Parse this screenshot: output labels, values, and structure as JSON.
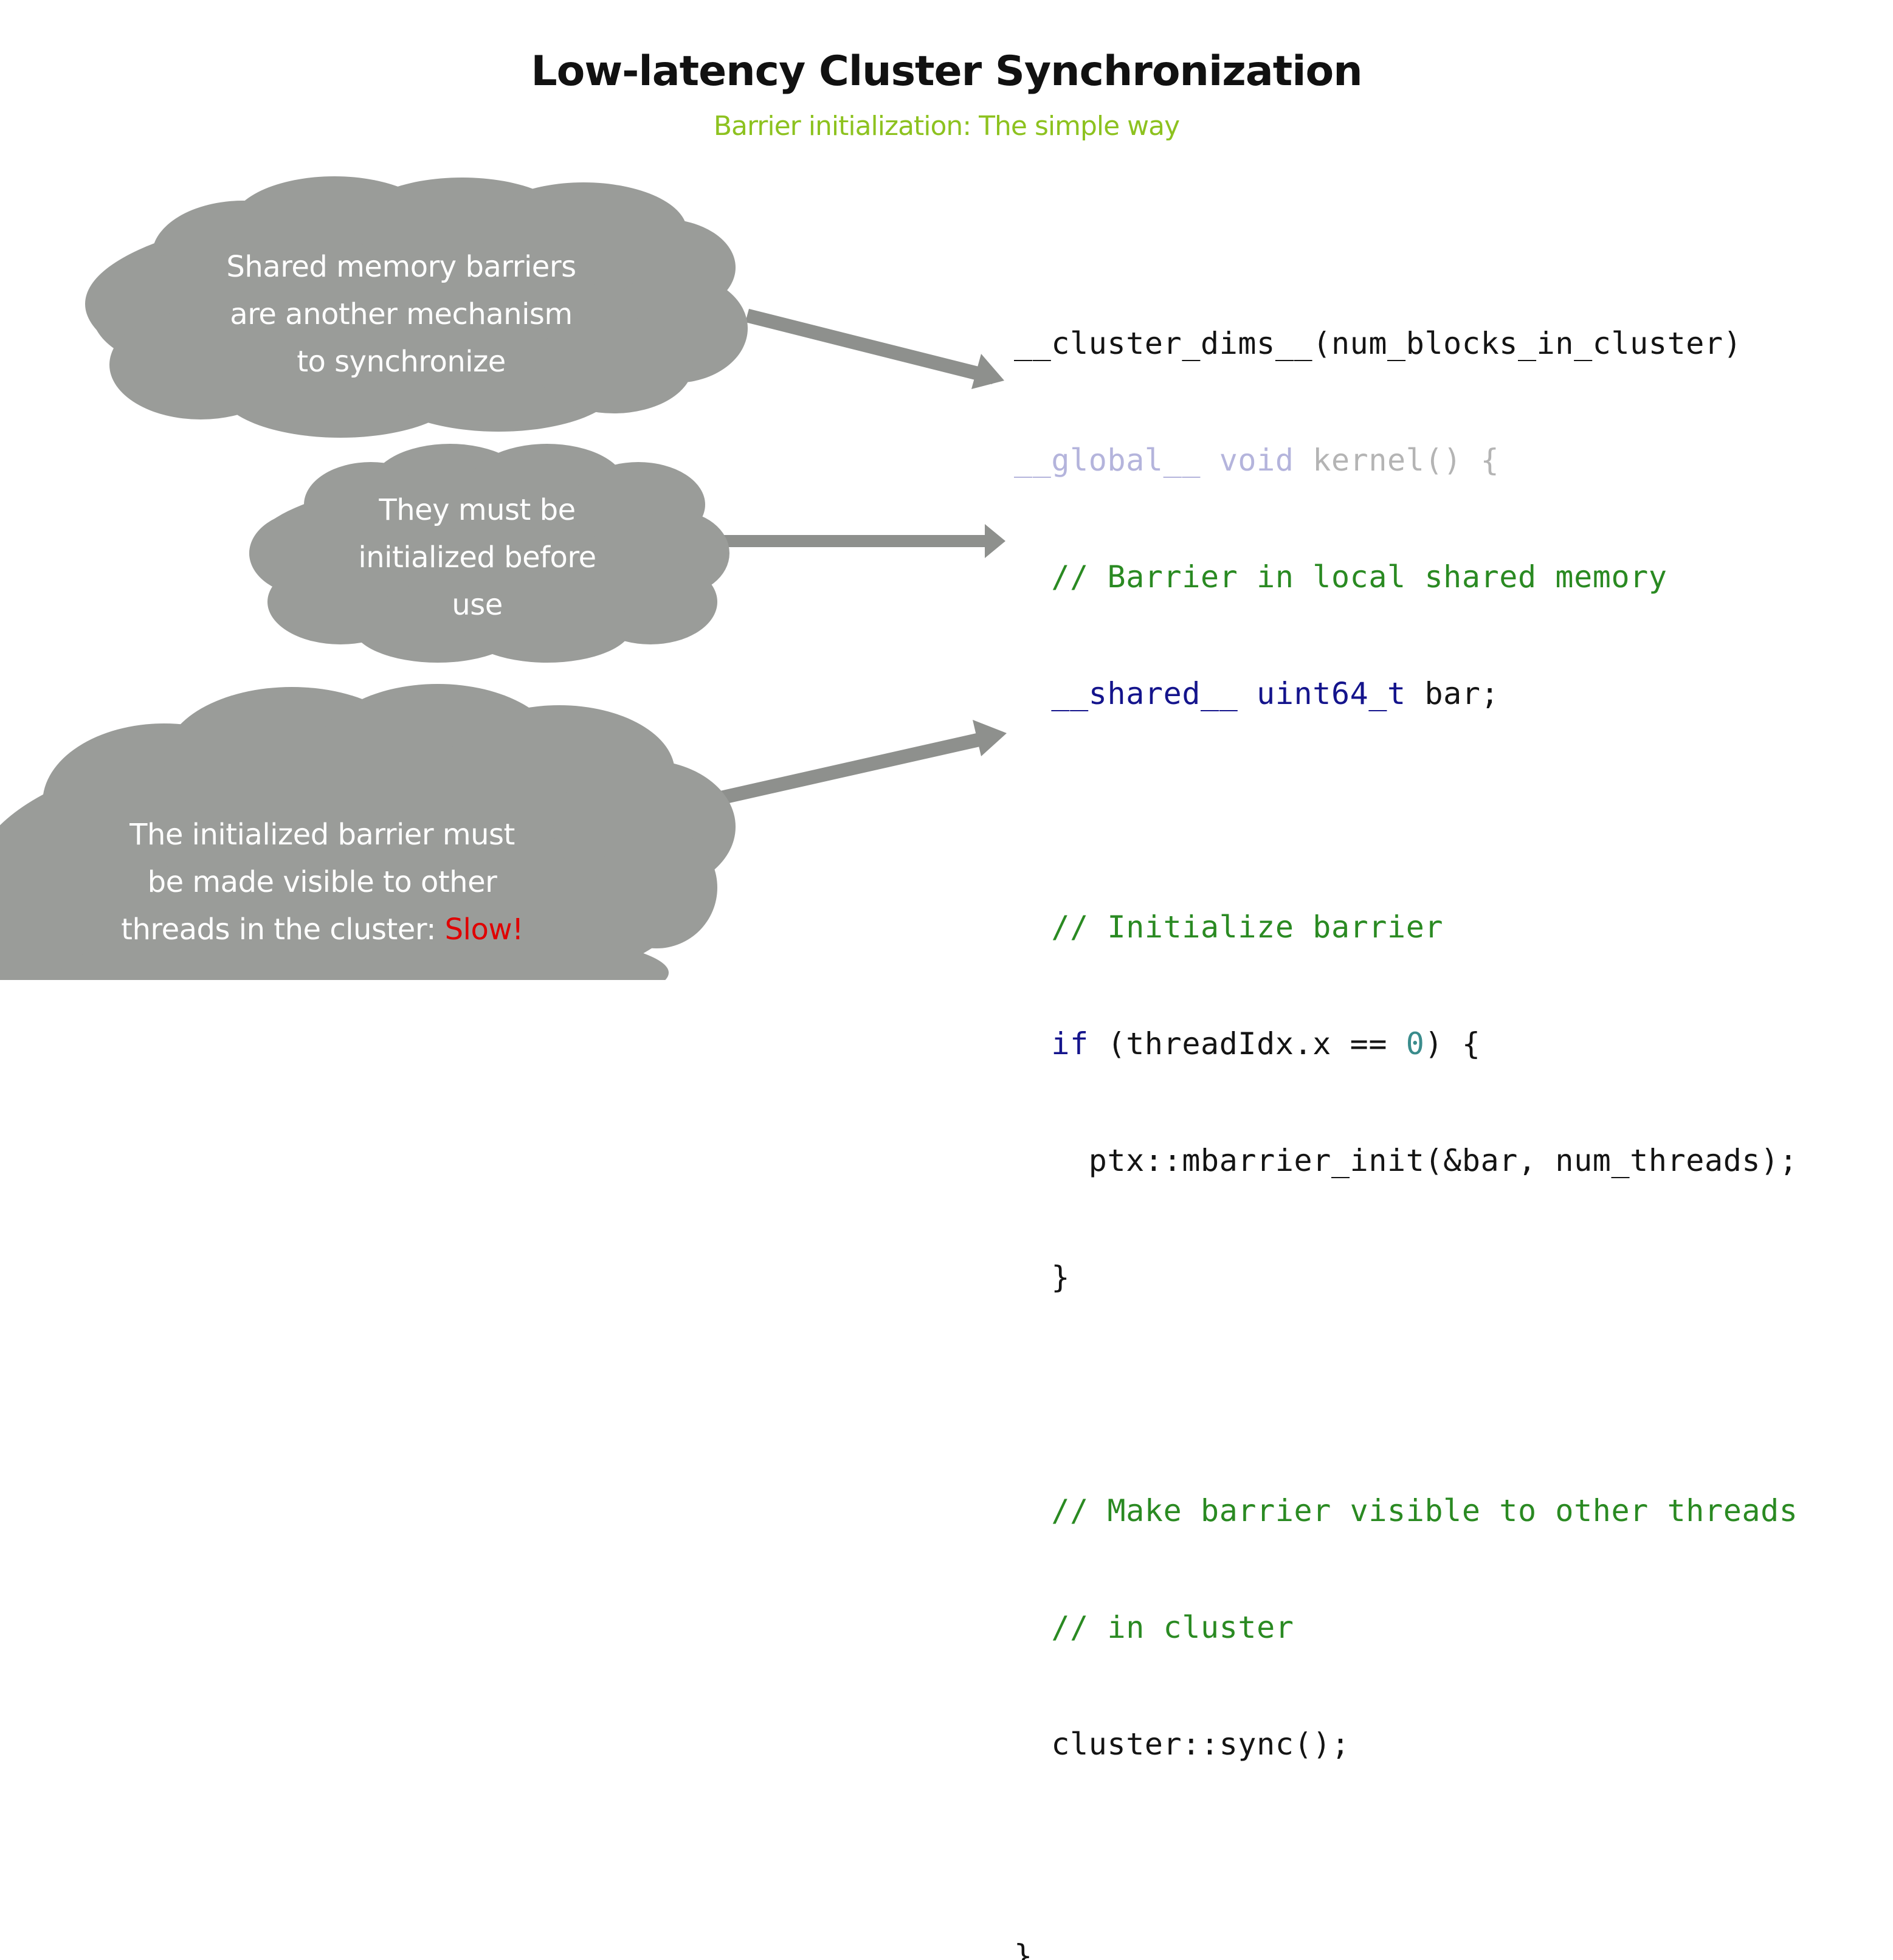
{
  "slide": {
    "title": "Low-latency Cluster Synchronization",
    "subtitle": "Barrier initialization: The simple way"
  },
  "colors": {
    "subtitle": "#8dc21f",
    "cloud": "#9a9c99",
    "arrow": "#8e908d",
    "comment": "#2a8a22",
    "keyword": "#14148c",
    "faded_keyword": "#b4b4dc",
    "faded_text": "#b4b4b4",
    "number": "#3a8c8c",
    "slow": "#e00000"
  },
  "callouts": {
    "top": {
      "lines": [
        "Shared memory barriers",
        "are another mechanism",
        "to synchronize"
      ]
    },
    "middle": {
      "lines": [
        "They must be",
        "initialized before",
        "use"
      ]
    },
    "bottom": {
      "line1": "The initialized barrier must",
      "line2": "be made visible to other",
      "line3_prefix": "threads in the cluster: ",
      "line3_highlight": "Slow!"
    }
  },
  "code": {
    "line1": "__cluster_dims__(num_blocks_in_cluster)",
    "line2_kw": "__global__ void",
    "line2_rest": " kernel() {",
    "line3": "  // Barrier in local shared memory",
    "line4_indent": "  ",
    "line4_kw": "__shared__ uint64_t",
    "line4_rest": " bar;",
    "line6": "  // Initialize barrier",
    "line7_indent": "  ",
    "line7_kw": "if",
    "line7_mid": " (threadIdx.x == ",
    "line7_num": "0",
    "line7_end": ") {",
    "line8": "    ptx::mbarrier_init(&bar, num_threads);",
    "line9": "  }",
    "line11": "  // Make barrier visible to other threads",
    "line12": "  // in cluster",
    "line13": "  cluster::sync();",
    "line15": "}"
  }
}
